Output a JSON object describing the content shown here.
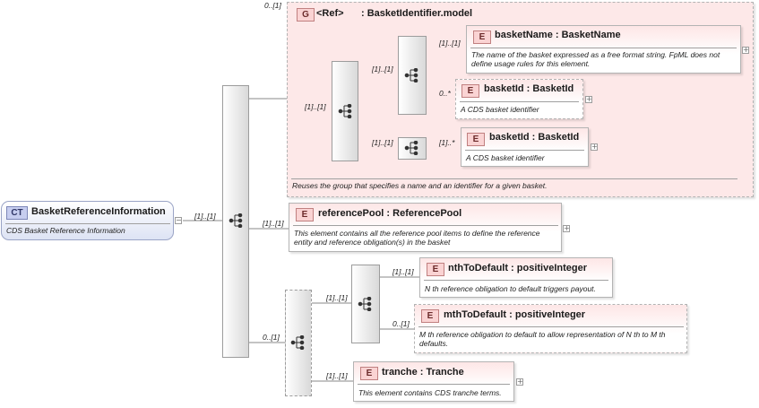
{
  "complex_type": {
    "badge": "CT",
    "name": "BasketReferenceInformation",
    "description": "CDS Basket Reference Information"
  },
  "group": {
    "badge": "G",
    "cardinality": "0..[1]",
    "name": "<Ref>",
    "type": ": BasketIdentifier.model",
    "description": "Reuses the group that specifies a name and an identifier for a given basket."
  },
  "elements": {
    "basketName": {
      "badge": "E",
      "title": "basketName : BasketName",
      "description": "The name of the basket expressed as a free format string. FpML does not define usage rules for this element.",
      "cardinality": "[1]..[1]"
    },
    "basketId1": {
      "badge": "E",
      "title": "basketId : BasketId",
      "description": "A CDS basket identifier",
      "cardinality": "0..*"
    },
    "basketId2": {
      "badge": "E",
      "title": "basketId : BasketId",
      "description": "A CDS basket identifier",
      "cardinality": "[1]..*"
    },
    "referencePool": {
      "badge": "E",
      "title": "referencePool : ReferencePool",
      "description": "This element contains all the reference pool items to define the reference entity and reference obligation(s) in the basket",
      "cardinality": "[1]..[1]"
    },
    "nthToDefault": {
      "badge": "E",
      "title": "nthToDefault : positiveInteger",
      "description": "N th reference obligation to default triggers payout.",
      "cardinality": "[1]..[1]"
    },
    "mthToDefault": {
      "badge": "E",
      "title": "mthToDefault : positiveInteger",
      "description": "M th reference obligation to default to allow representation of N th to M th defaults.",
      "cardinality": "0..[1]"
    },
    "tranche": {
      "badge": "E",
      "title": "tranche   : Tranche",
      "description": "This element contains CDS tranche terms.",
      "cardinality": "[1]..[1]"
    }
  },
  "connectors": {
    "ct_to_main": "[1]..[1]",
    "main_to_inner_seq": "[1]..[1]",
    "inner_choice_cardinality": "[1]..[1]",
    "inner_seq_to_id_seq": "[1]..[1]",
    "main_to_choice": "0..[1]",
    "choice_to_seq": "[1]..[1]"
  },
  "icons": {
    "sequence": "sequence-compositor-icon",
    "expand": "expand-plus-icon",
    "collapse": "collapse-minus-icon"
  },
  "colors": {
    "element_fill": "#fde6e6",
    "group_fill": "#fde8e8",
    "complex_type_fill": "#dde3f4",
    "compositor_fill": "#d9d9d9"
  }
}
